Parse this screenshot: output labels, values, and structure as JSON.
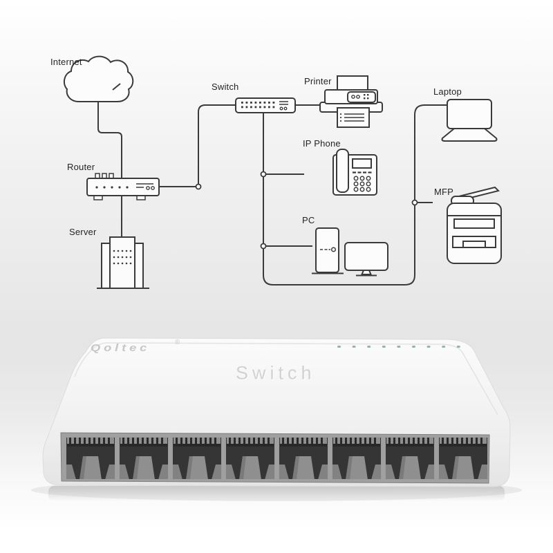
{
  "diagram": {
    "line_color": "#3a3a3a",
    "nodes": [
      {
        "id": "internet",
        "label": "Internet"
      },
      {
        "id": "router",
        "label": "Router"
      },
      {
        "id": "server",
        "label": "Server"
      },
      {
        "id": "switch",
        "label": "Switch"
      },
      {
        "id": "printer",
        "label": "Printer"
      },
      {
        "id": "ip-phone",
        "label": "IP Phone"
      },
      {
        "id": "pc",
        "label": "PC"
      },
      {
        "id": "laptop",
        "label": "Laptop"
      },
      {
        "id": "mfp",
        "label": "MFP"
      }
    ],
    "edges": [
      [
        "internet",
        "router"
      ],
      [
        "router",
        "switch"
      ],
      [
        "router",
        "server"
      ],
      [
        "switch",
        "printer"
      ],
      [
        "switch",
        "ip-phone"
      ],
      [
        "switch",
        "pc"
      ],
      [
        "switch",
        "laptop"
      ],
      [
        "switch",
        "mfp"
      ]
    ]
  },
  "device": {
    "brand": "Qoltec",
    "brand_mark": "®",
    "model_text": "Switch",
    "led_count": 9,
    "led_color": "#9ab3a0",
    "port_count": 8,
    "body_color": "#f4f4f4",
    "panel_color": "#a0a0a0",
    "port_cavity_color": "#353535"
  }
}
